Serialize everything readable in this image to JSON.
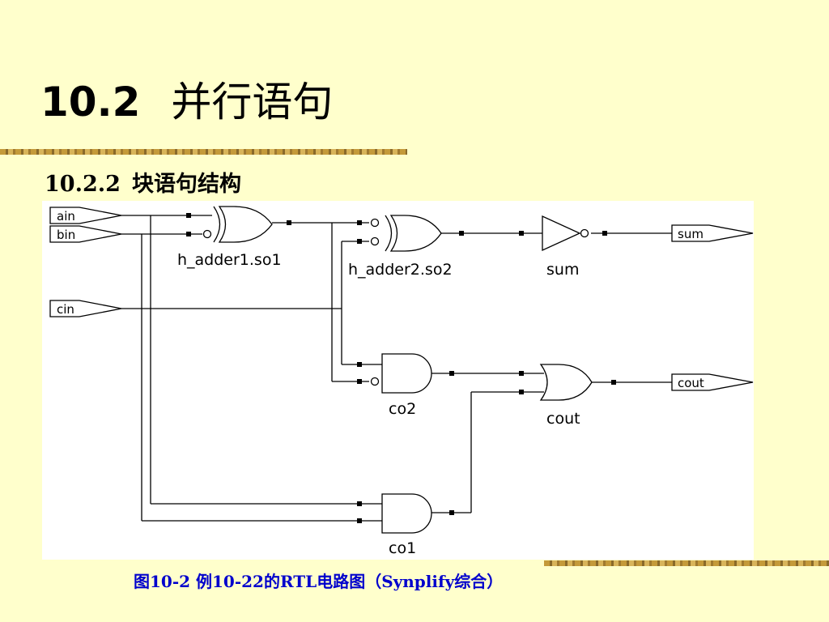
{
  "slide": {
    "title_number": "10.2",
    "title_text": "并行语句",
    "subtitle_number": "10.2.2",
    "subtitle_text": "块语句结构",
    "caption": "图10-2  例10-22的RTL电路图（Synplify综合）"
  },
  "diagram": {
    "ports": {
      "ain": "ain",
      "bin": "bin",
      "cin": "cin",
      "sum": "sum",
      "cout": "cout"
    },
    "gates": {
      "so1": "h_adder1.so1",
      "so2": "h_adder2.so2",
      "sum": "sum",
      "co2": "co2",
      "cout": "cout",
      "co1": "co1"
    }
  }
}
